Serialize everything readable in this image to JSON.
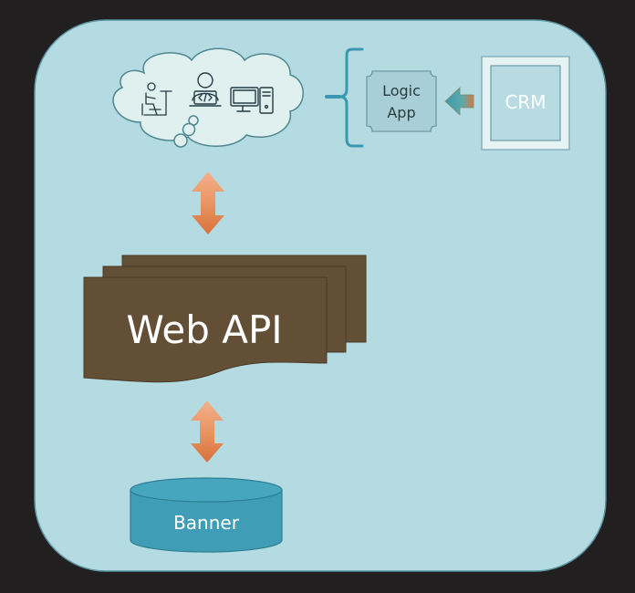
{
  "diagram": {
    "nodes": {
      "logic_app": {
        "line1": "Logic",
        "line2": "App"
      },
      "crm": {
        "label": "CRM"
      },
      "web_api": {
        "label": "Web API"
      },
      "banner": {
        "label": "Banner"
      }
    },
    "icons": {
      "cloud": "thought-cloud-icon",
      "worker": "person-at-desk-icon",
      "developer": "developer-laptop-icon",
      "computer": "desktop-computer-icon",
      "bracket": "curly-bracket-icon",
      "arrow_crm_to_logic": "left-arrow-icon",
      "arrow_cloud_api": "bidirectional-arrow-icon",
      "arrow_api_banner": "bidirectional-arrow-icon"
    },
    "colors": {
      "page_background": "#221f20",
      "panel_fill": "#b4dbe2",
      "panel_stroke": "#5d94a2",
      "cloud_fill": "#dff0ef",
      "icon_stroke": "#253c46",
      "logic_fill": "#a8ced8",
      "crm_fill": "#c4e3e9",
      "web_api_fill": "#634f36",
      "banner_fill": "#3f9db5",
      "arrow_orange": "#d8703a",
      "arrow_peach": "#f3b08b",
      "bracket_blue": "#3b98b2"
    }
  }
}
